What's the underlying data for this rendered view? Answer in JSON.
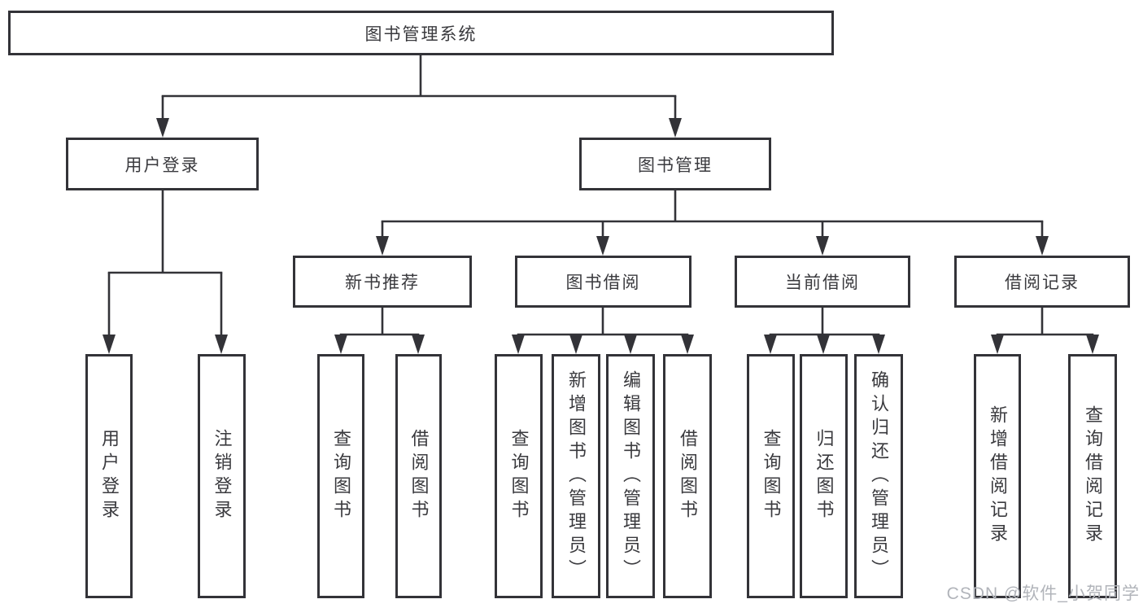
{
  "colors": {
    "line": "#333338",
    "node_border": "#333338",
    "text": "#3a3a3e",
    "watermark": "#b1b4ba",
    "background": "#ffffff"
  },
  "watermark": {
    "text": "CSDN @软件_小贺同学"
  },
  "tree": {
    "label": "图书管理系统",
    "children": [
      {
        "label": "用户登录",
        "children": [
          {
            "label": "用户登录"
          },
          {
            "label": "注销登录"
          }
        ]
      },
      {
        "label": "图书管理",
        "children": [
          {
            "label": "新书推荐",
            "children": [
              {
                "label": "查询图书"
              },
              {
                "label": "借阅图书"
              }
            ]
          },
          {
            "label": "图书借阅",
            "children": [
              {
                "label": "查询图书"
              },
              {
                "label": "新增图书（管理员）"
              },
              {
                "label": "编辑图书（管理员）"
              },
              {
                "label": "借阅图书"
              }
            ]
          },
          {
            "label": "当前借阅",
            "children": [
              {
                "label": "查询图书"
              },
              {
                "label": "归还图书"
              },
              {
                "label": "确认归还（管理员）"
              }
            ]
          },
          {
            "label": "借阅记录",
            "children": [
              {
                "label": "新增借阅记录"
              },
              {
                "label": "查询借阅记录"
              }
            ]
          }
        ]
      }
    ]
  }
}
